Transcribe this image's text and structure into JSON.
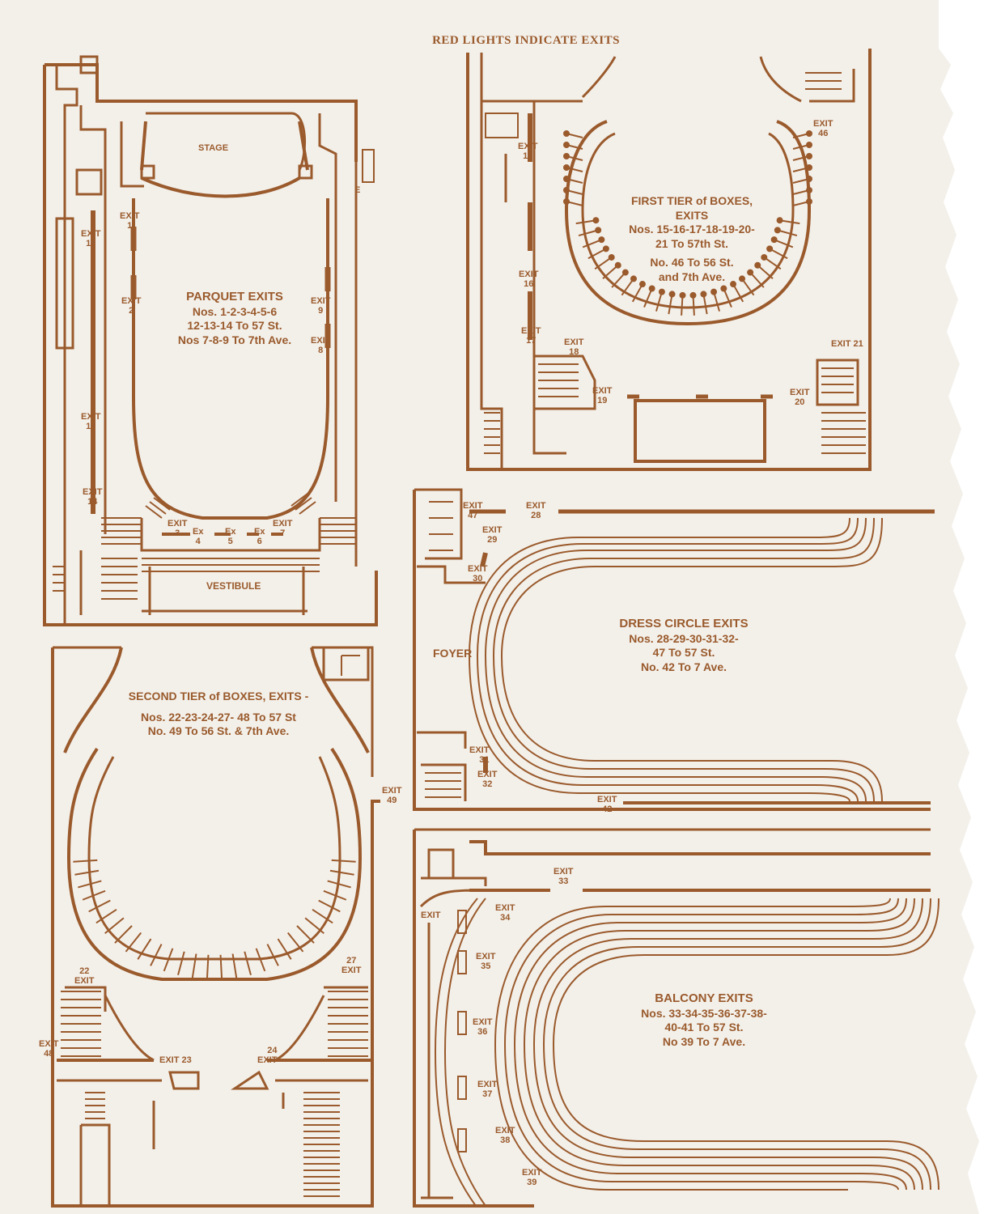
{
  "heading": "RED LIGHTS INDICATE EXITS",
  "parquet": {
    "stage": "STAGE",
    "vestibule": "VESTIBULE",
    "title": "PARQUET EXITS",
    "lines": [
      "Nos. 1-2-3-4-5-6",
      "12-13-14 To 57 St.",
      "Nos 7-8-9 To 7th Ave."
    ],
    "exits": [
      {
        "l": "EXIT",
        "n": "1"
      },
      {
        "l": "EXIT",
        "n": "2"
      },
      {
        "l": "EXIT",
        "n": "3"
      },
      {
        "l": "Ex",
        "n": "4"
      },
      {
        "l": "Ex",
        "n": "5"
      },
      {
        "l": "Ex",
        "n": "6"
      },
      {
        "l": "EXIT",
        "n": "7"
      },
      {
        "l": "EXIT",
        "n": "8"
      },
      {
        "l": "EXIT",
        "n": "9"
      },
      {
        "l": "EXIT",
        "n": "12"
      },
      {
        "l": "EXIT",
        "n": "13"
      },
      {
        "l": "EXIT",
        "n": "14"
      }
    ],
    "mark_e": "E"
  },
  "first_tier": {
    "title": "FIRST TIER of BOXES, EXITS",
    "lines": [
      "Nos. 15-16-17-18-19-20-",
      "21 To 57th St.",
      "No. 46 To 56 St.",
      "and 7th Ave."
    ],
    "exits": [
      {
        "l": "EXIT",
        "n": "15"
      },
      {
        "l": "EXIT",
        "n": "16"
      },
      {
        "l": "EXIT",
        "n": "17"
      },
      {
        "l": "EXIT",
        "n": "18"
      },
      {
        "l": "EXIT",
        "n": "19"
      },
      {
        "l": "EXIT",
        "n": "20"
      },
      {
        "l": "EXIT",
        "n": "21"
      },
      {
        "l": "EXIT",
        "n": "46"
      }
    ]
  },
  "dress_circle": {
    "title": "DRESS CIRCLE EXITS",
    "lines": [
      "Nos. 28-29-30-31-32-",
      "47 To 57 St.",
      "No. 42 To 7 Ave."
    ],
    "foyer": "FOYER",
    "exits": [
      {
        "l": "EXIT",
        "n": "47"
      },
      {
        "l": "EXIT",
        "n": "28"
      },
      {
        "l": "EXIT",
        "n": "29"
      },
      {
        "l": "EXIT",
        "n": "30"
      },
      {
        "l": "EXIT",
        "n": "31"
      },
      {
        "l": "EXIT",
        "n": "32"
      },
      {
        "l": "EXIT",
        "n": "42"
      }
    ]
  },
  "second_tier": {
    "title": "SECOND TIER of BOXES, EXITS -",
    "lines": [
      "Nos. 22-23-24-27- 48 To 57 St",
      "No. 49 To 56 St. & 7th Ave."
    ],
    "exits": [
      {
        "l": "EXIT",
        "n": "49"
      },
      {
        "l": "EXIT",
        "n": "27"
      },
      {
        "l": "EXIT",
        "n": "22"
      },
      {
        "l": "EXIT",
        "n": "48"
      },
      {
        "l": "EXIT",
        "n": "23"
      },
      {
        "l": "EXIT",
        "n": "24"
      }
    ]
  },
  "balcony": {
    "title": "BALCONY EXITS",
    "lines": [
      "Nos. 33-34-35-36-37-38-",
      "40-41 To 57 St.",
      "No 39 To 7 Ave."
    ],
    "exits": [
      {
        "l": "EXIT",
        "n": "33"
      },
      {
        "l": "EXIT",
        "n": ""
      },
      {
        "l": "EXIT",
        "n": "34"
      },
      {
        "l": "EXIT",
        "n": "35"
      },
      {
        "l": "EXIT",
        "n": "36"
      },
      {
        "l": "EXIT",
        "n": "37"
      },
      {
        "l": "EXIT",
        "n": "38"
      },
      {
        "l": "EXIT",
        "n": "39"
      }
    ]
  },
  "colors": {
    "ink": "#9a5a2c",
    "paper": "#f3f0ea"
  }
}
